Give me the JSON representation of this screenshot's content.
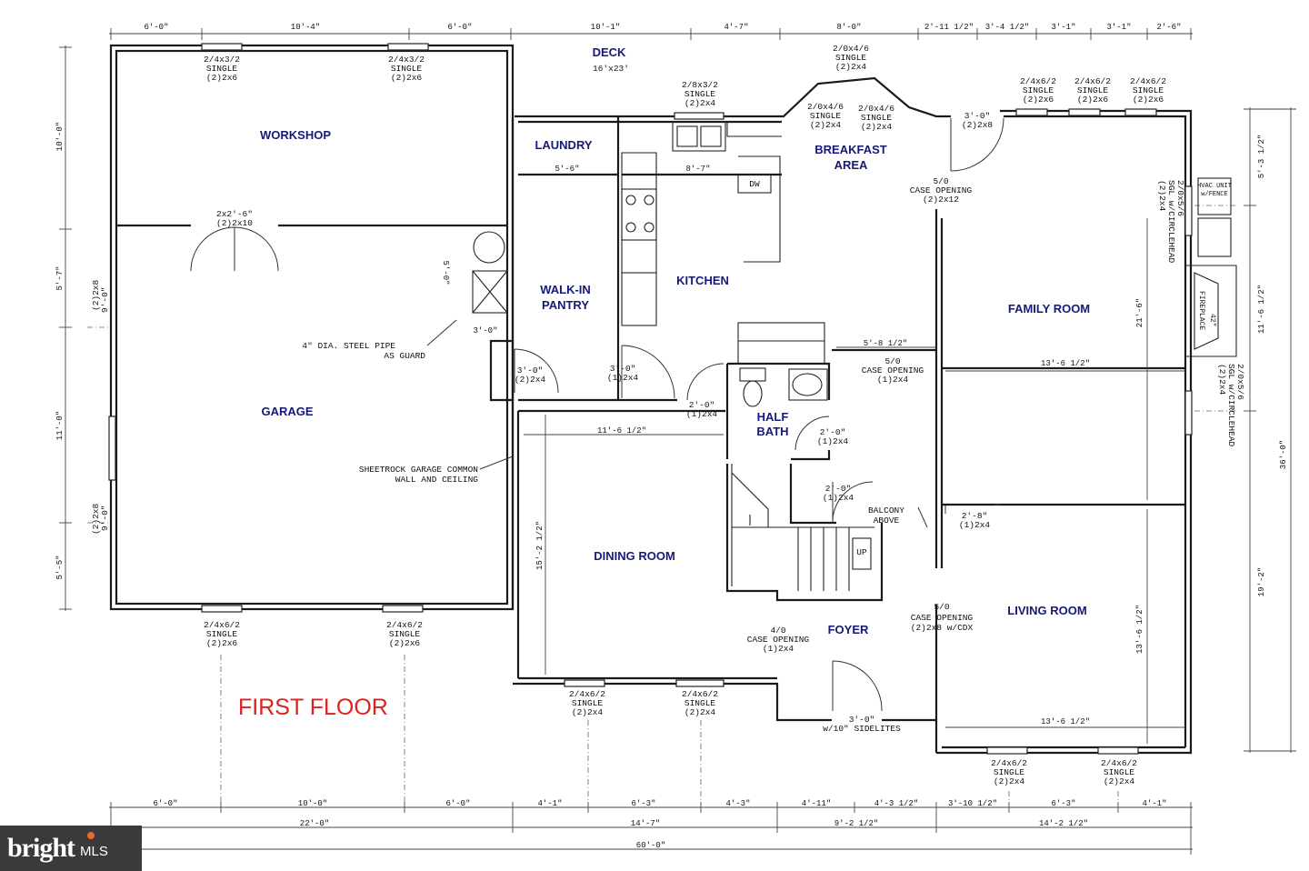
{
  "title": "FIRST FLOOR",
  "brand": {
    "name": "bright",
    "suffix": "MLS",
    "accent": "#e86a2a"
  },
  "colors": {
    "room_label": "#16197a",
    "title": "#e0201c",
    "lines": "#1a1a1a"
  },
  "rooms": {
    "workshop": "WORKSHOP",
    "garage": "GARAGE",
    "deck": "DECK",
    "deck_size": "16'x23'",
    "laundry": "LAUNDRY",
    "kitchen": "KITCHEN",
    "pantry_1": "WALK-IN",
    "pantry_2": "PANTRY",
    "breakfast_1": "BREAKFAST",
    "breakfast_2": "AREA",
    "family_room": "FAMILY ROOM",
    "half_bath_1": "HALF",
    "half_bath_2": "BATH",
    "dining_room": "DINING ROOM",
    "foyer": "FOYER",
    "living_room": "LIVING ROOM"
  },
  "fixtures": {
    "dw": "DW",
    "up": "UP",
    "fireplace": "FIREPLACE",
    "fireplace_size": "42\"",
    "hvac_1": "HVAC UNIT",
    "hvac_2": "w/FENCE"
  },
  "notes": {
    "steel_pipe_1": "4\" DIA. STEEL PIPE",
    "steel_pipe_2": "AS GUARD",
    "sheetrock_1": "SHEETROCK GARAGE COMMON",
    "sheetrock_2": "WALL AND CEILING",
    "balcony_1": "BALCONY",
    "balcony_2": "ABOVE",
    "sidelites": "w/10\" SIDELITES",
    "case_open_3": "CASE OPENING",
    "cdx": "(2)2x8 w/CDX"
  },
  "windows": {
    "w1": [
      "2/4x3/2",
      "SINGLE",
      "(2)2x6"
    ],
    "w2": [
      "2/4x3/2",
      "SINGLE",
      "(2)2x6"
    ],
    "w3": [
      "2/8x3/2",
      "SINGLE",
      "(2)2x4"
    ],
    "w4": [
      "2/0x4/6",
      "SINGLE",
      "(2)2x4"
    ],
    "w5": [
      "2/0x4/6",
      "SINGLE",
      "(2)2x4"
    ],
    "w6": [
      "2/0x4/6",
      "SINGLE",
      "(2)2x4"
    ],
    "w7": [
      "2/4x6/2",
      "SINGLE",
      "(2)2x6"
    ],
    "w8": [
      "2/4x6/2",
      "SINGLE",
      "(2)2x6"
    ],
    "w9": [
      "2/4x6/2",
      "SINGLE",
      "(2)2x6"
    ],
    "w10": [
      "2/4x6/2",
      "SINGLE",
      "(2)2x6"
    ],
    "w11": [
      "2/4x6/2",
      "SINGLE",
      "(2)2x6"
    ],
    "w12": [
      "2/4x6/2",
      "SINGLE",
      "(2)2x4"
    ],
    "w13": [
      "2/4x6/2",
      "SINGLE",
      "(2)2x4"
    ],
    "w14": [
      "2/4x6/2",
      "SINGLE",
      "(2)2x4"
    ],
    "w15": [
      "2/4x6/2",
      "SINGLE",
      "(2)2x4"
    ]
  },
  "openings": {
    "o1": [
      "2x2'-6\"",
      "(2)2x10"
    ],
    "o2": [
      "3'-0\"",
      "(2)2x8"
    ],
    "o3": [
      "5/0",
      "CASE OPENING",
      "(2)2x12"
    ],
    "o4": [
      "5/0",
      "CASE OPENING",
      "(1)2x4"
    ],
    "o5": [
      "3'-0\"",
      "(2)2x4"
    ],
    "o6": [
      "3'-0\"",
      "(1)2x4"
    ],
    "o7": [
      "2'-0\"",
      "(1)2x4"
    ],
    "o8": [
      "2'-0\"",
      "(1)2x4"
    ],
    "o9": [
      "2'-0\"",
      "(1)2x4"
    ],
    "o10": [
      "2'-8\"",
      "(1)2x4"
    ],
    "o11": [
      "4/0",
      "CASE OPENING",
      "(1)2x4"
    ],
    "o12": [
      "5/0",
      "CASE OPENING"
    ],
    "o13": "3'-0\"",
    "side_1": [
      "(2)2x4",
      "SGL w/CIRCLEHEAD",
      "2/0x5/6"
    ],
    "side_2": [
      "(2)2x4",
      "SGL w/CIRCLEHEAD",
      "2/0x5/6"
    ],
    "side_3": "(2)2x8",
    "side_4": "9'-0\"",
    "side_5": "(2)2x8",
    "side_6": "9'-0\""
  },
  "dims": {
    "top": [
      "6'-0\"",
      "10'-4\"",
      "6'-0\"",
      "10'-1\"",
      "4'-7\"",
      "8'-0\"",
      "2'-11 1/2\"",
      "3'-4 1/2\"",
      "3'-1\"",
      "3'-1\"",
      "2'-6\""
    ],
    "bottom1": [
      "6'-0\"",
      "10'-0\"",
      "6'-0\"",
      "4'-1\"",
      "6'-3\"",
      "4'-3\"",
      "4'-11\"",
      "4'-3 1/2\"",
      "3'-10 1/2\"",
      "6'-3\"",
      "4'-1\""
    ],
    "bottom2": [
      "22'-0\"",
      "14'-7\"",
      "9'-2 1/2\"",
      "14'-2 1/2\""
    ],
    "bottom3": "60'-0\"",
    "left": [
      "10'-0\"",
      "5'-7\"",
      "11'-0\"",
      "5'-5\""
    ],
    "right": [
      "5'-3 1/2\"",
      "11'-6 1/2\"",
      "36'-0\"",
      "19'-2\""
    ],
    "inner": {
      "laundry_w": "5'-6\"",
      "kitchen_w": "8'-7\"",
      "pantry_h": "5'-0\"",
      "pantry_w": "3'-0\"",
      "dining_w": "11'-6 1/2\"",
      "dining_h": "15'-2 1/2\"",
      "hall_w": "5'-8 1/2\"",
      "family_w": "13'-6 1/2\"",
      "family_h": "21'-6\"",
      "living_h": "13'-6 1/2\"",
      "living_w": "13'-6 1/2\""
    }
  }
}
